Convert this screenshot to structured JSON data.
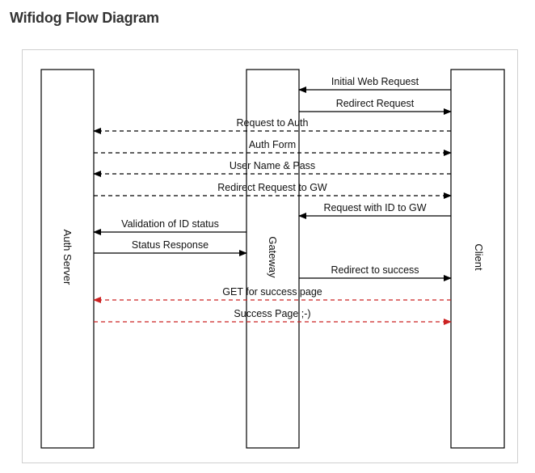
{
  "page": {
    "title": "Wifidog Flow Diagram"
  },
  "diagram": {
    "participants": [
      {
        "id": "auth",
        "label": "Auth Server"
      },
      {
        "id": "gateway",
        "label": "Gateway"
      },
      {
        "id": "client",
        "label": "Client"
      }
    ],
    "messages": [
      {
        "label": "Initial Web Request",
        "from": "client",
        "to": "gateway",
        "style": "solid",
        "color": "#000000"
      },
      {
        "label": "Redirect Request",
        "from": "gateway",
        "to": "client",
        "style": "solid",
        "color": "#000000"
      },
      {
        "label": "Request to Auth",
        "from": "client",
        "to": "auth",
        "style": "dashed",
        "color": "#000000"
      },
      {
        "label": "Auth Form",
        "from": "auth",
        "to": "client",
        "style": "dashed",
        "color": "#000000"
      },
      {
        "label": "User Name & Pass",
        "from": "client",
        "to": "auth",
        "style": "dashed",
        "color": "#000000"
      },
      {
        "label": "Redirect Request to GW",
        "from": "auth",
        "to": "client",
        "style": "dashed",
        "color": "#000000"
      },
      {
        "label": "Request with ID to GW",
        "from": "client",
        "to": "gateway",
        "style": "solid",
        "color": "#000000"
      },
      {
        "label": "Validation of ID status",
        "from": "gateway",
        "to": "auth",
        "style": "solid",
        "color": "#000000"
      },
      {
        "label": "Status Response",
        "from": "auth",
        "to": "gateway",
        "style": "solid",
        "color": "#000000"
      },
      {
        "label": "Redirect to success",
        "from": "gateway",
        "to": "client",
        "style": "solid",
        "color": "#000000"
      },
      {
        "label": "GET for success page",
        "from": "client",
        "to": "auth",
        "style": "dashed",
        "color": "#cc2222"
      },
      {
        "label": "Success Page ;-)",
        "from": "auth",
        "to": "client",
        "style": "dashed",
        "color": "#cc2222"
      }
    ]
  }
}
